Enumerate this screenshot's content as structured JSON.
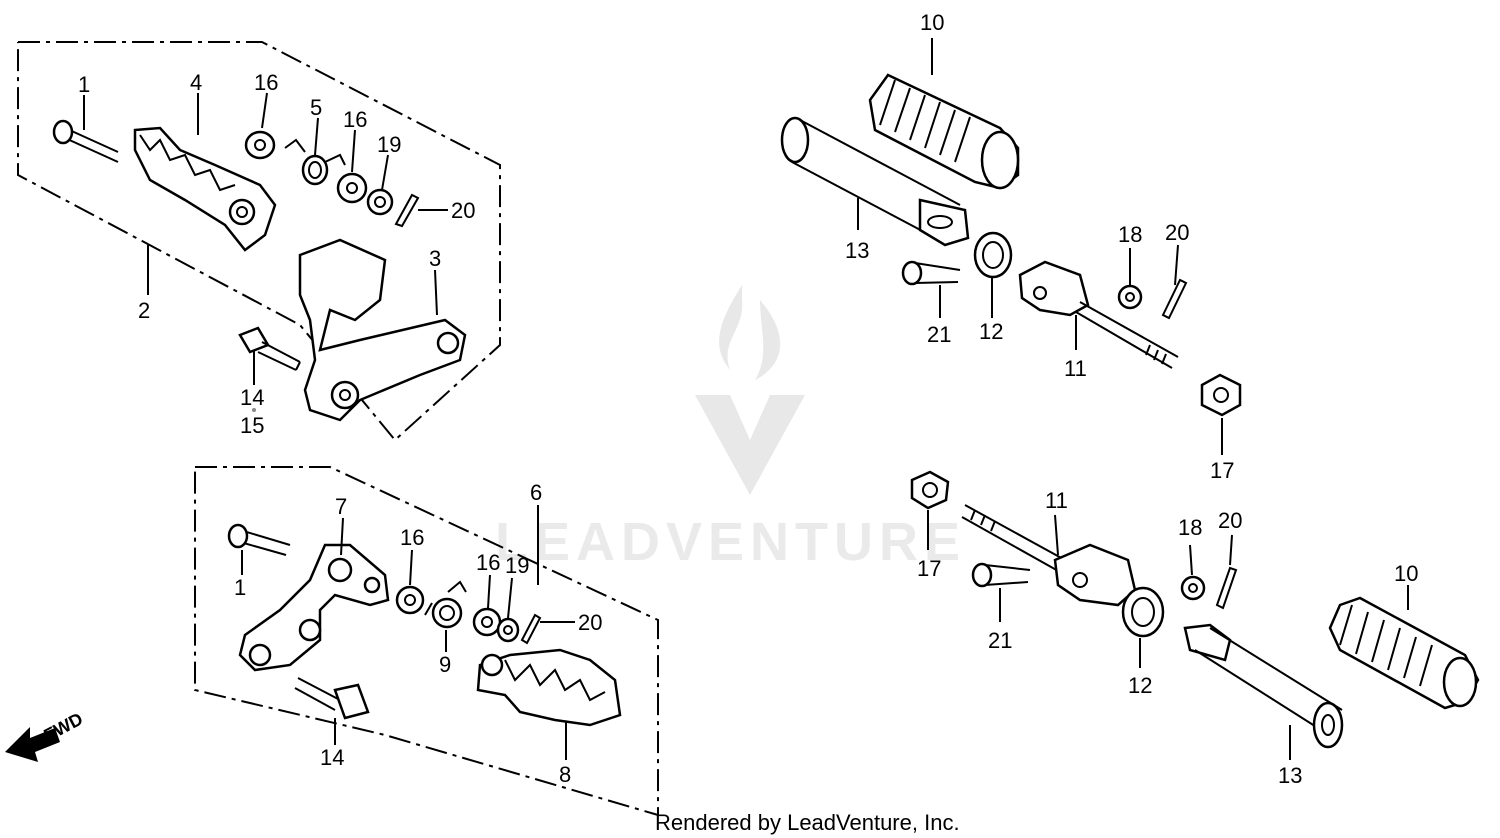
{
  "watermark": {
    "text": "LEADVENTURE"
  },
  "credit": "Rendered by LeadVenture, Inc.",
  "direction": {
    "label": "FWD"
  },
  "labels": {
    "l1a": "1",
    "l4": "4",
    "l16a": "16",
    "l5": "5",
    "l16b": "16",
    "l19a": "19",
    "l20a": "20",
    "l2": "2",
    "l3": "3",
    "l14a": "14",
    "l15": "15",
    "l7": "7",
    "l6": "6",
    "l1b": "1",
    "l16c": "16",
    "l16d": "16",
    "l19b": "19",
    "l20b": "20",
    "l9": "9",
    "l14b": "14",
    "l8": "8",
    "l10a": "10",
    "l13a": "13",
    "l18a": "18",
    "l20c": "20",
    "l21a": "21",
    "l12a": "12",
    "l11a": "11",
    "l17a": "17",
    "l17b": "17",
    "l11b": "11",
    "l18b": "18",
    "l20d": "20",
    "l10b": "10",
    "l21b": "21",
    "l12b": "12",
    "l13b": "13"
  },
  "colors": {
    "line": "#000000",
    "watermark": "#e8e8e8",
    "background": "#ffffff"
  }
}
